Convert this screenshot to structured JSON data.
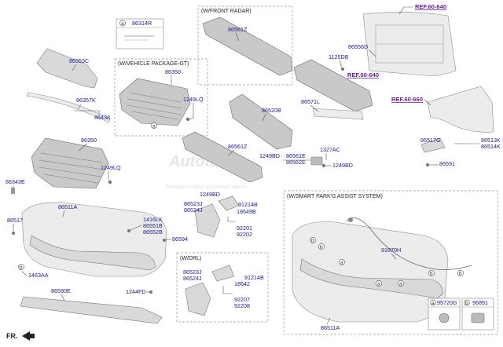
{
  "boxes": {
    "front_radar": "(W/FRONT RADAR)",
    "vehicle_package": "(W/VEHICLE PACKAGE-GT)",
    "drl": "(W/DRL)",
    "spas": "(W/SMART PARK'G ASSIST SYSTEM)"
  },
  "refs": [
    "REF.60-640",
    "REF.60-640",
    "REF.60-660"
  ],
  "parts": {
    "p86314R": "86314R",
    "p86353C": "86353C",
    "p86357K": "86357K",
    "p86438": "86438",
    "p86350a": "86350",
    "p1249LQa": "1249LQ",
    "p86350b": "86350",
    "p1249LQb": "1249LQ",
    "p86343E": "86343E",
    "p86517": "86517",
    "p86511Aa": "86511A",
    "p1463AA": "1463AA",
    "p86590E": "86590E",
    "p1416LK": "1416LK",
    "p86551B": "86551B",
    "p86552B": "86552B",
    "p86594": "86594",
    "p1244FD": "1244FD",
    "p86561Za": "86561Z",
    "p86520B": "86520B",
    "p86561Zb": "86561Z",
    "p1249BDa": "1249BD",
    "p86561E": "86561E",
    "p86562E": "86562E",
    "p1249BDb": "1249BD",
    "p1249BDc": "1249BD",
    "p86523Ja": "86523J",
    "p86524Ja": "86524J",
    "p91214Ba": "91214B",
    "p18649B": "18649B",
    "p92201": "92201",
    "p92202": "92202",
    "p86523Jb": "86523J",
    "p86524Jb": "86524J",
    "p91214Bb": "91214B",
    "p18642": "18642",
    "p92207": "92207",
    "p92208": "92208",
    "p86556D": "86556D",
    "p1125DB": "1125DB",
    "p86571L": "86571L",
    "p1327AC": "1327AC",
    "p86517G": "86517G",
    "p86513K": "86513K",
    "p86514K": "86514K",
    "p86591": "86591",
    "p91870H": "91870H",
    "p86511Ab": "86511A",
    "p95720G": "95720G",
    "p96891": "96891"
  },
  "circle_letters": {
    "a": "a",
    "b": "b"
  },
  "fr_label": "FR.",
  "watermark": {
    "logo": "Autotec",
    "tagline": "Запчасти для японских авто"
  }
}
